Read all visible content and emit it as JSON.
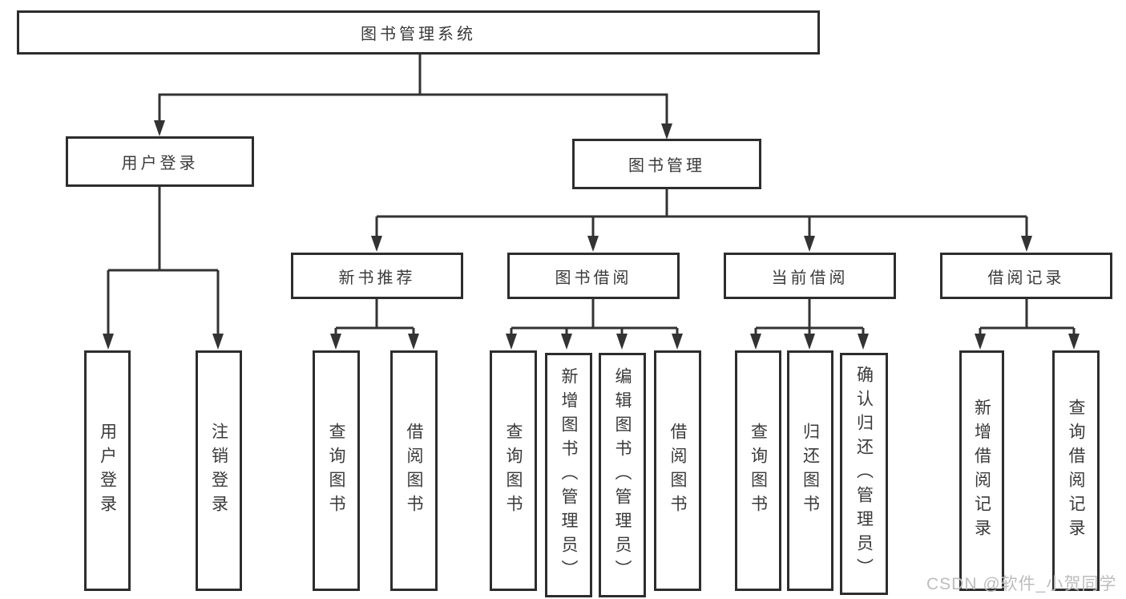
{
  "diagram": {
    "root": {
      "label": "图书管理系统"
    },
    "level2": [
      {
        "label": "用户登录"
      },
      {
        "label": "图书管理"
      }
    ],
    "level3": [
      {
        "label": "新书推荐",
        "parent": "图书管理"
      },
      {
        "label": "图书借阅",
        "parent": "图书管理"
      },
      {
        "label": "当前借阅",
        "parent": "图书管理"
      },
      {
        "label": "借阅记录",
        "parent": "图书管理"
      }
    ],
    "leaves": [
      {
        "label": "用户登录",
        "parent": "用户登录"
      },
      {
        "label": "注销登录",
        "parent": "用户登录"
      },
      {
        "label": "查询图书",
        "parent": "新书推荐"
      },
      {
        "label": "借阅图书",
        "parent": "新书推荐"
      },
      {
        "label": "查询图书",
        "parent": "图书借阅"
      },
      {
        "label": "新增图书（管理员）",
        "parent": "图书借阅"
      },
      {
        "label": "编辑图书（管理员）",
        "parent": "图书借阅"
      },
      {
        "label": "借阅图书",
        "parent": "图书借阅"
      },
      {
        "label": "查询图书",
        "parent": "当前借阅"
      },
      {
        "label": "归还图书",
        "parent": "当前借阅"
      },
      {
        "label": "确认归还（管理员）",
        "parent": "当前借阅"
      },
      {
        "label": "新增借阅记录",
        "parent": "借阅记录"
      },
      {
        "label": "查询借阅记录",
        "parent": "借阅记录"
      }
    ],
    "watermark": "CSDN @软件_小贺同学",
    "colors": {
      "line": "#333333",
      "border": "#2d2d2d",
      "text": "#3a3a3a",
      "watermark": "#bdbdbd",
      "background": "#ffffff"
    }
  }
}
